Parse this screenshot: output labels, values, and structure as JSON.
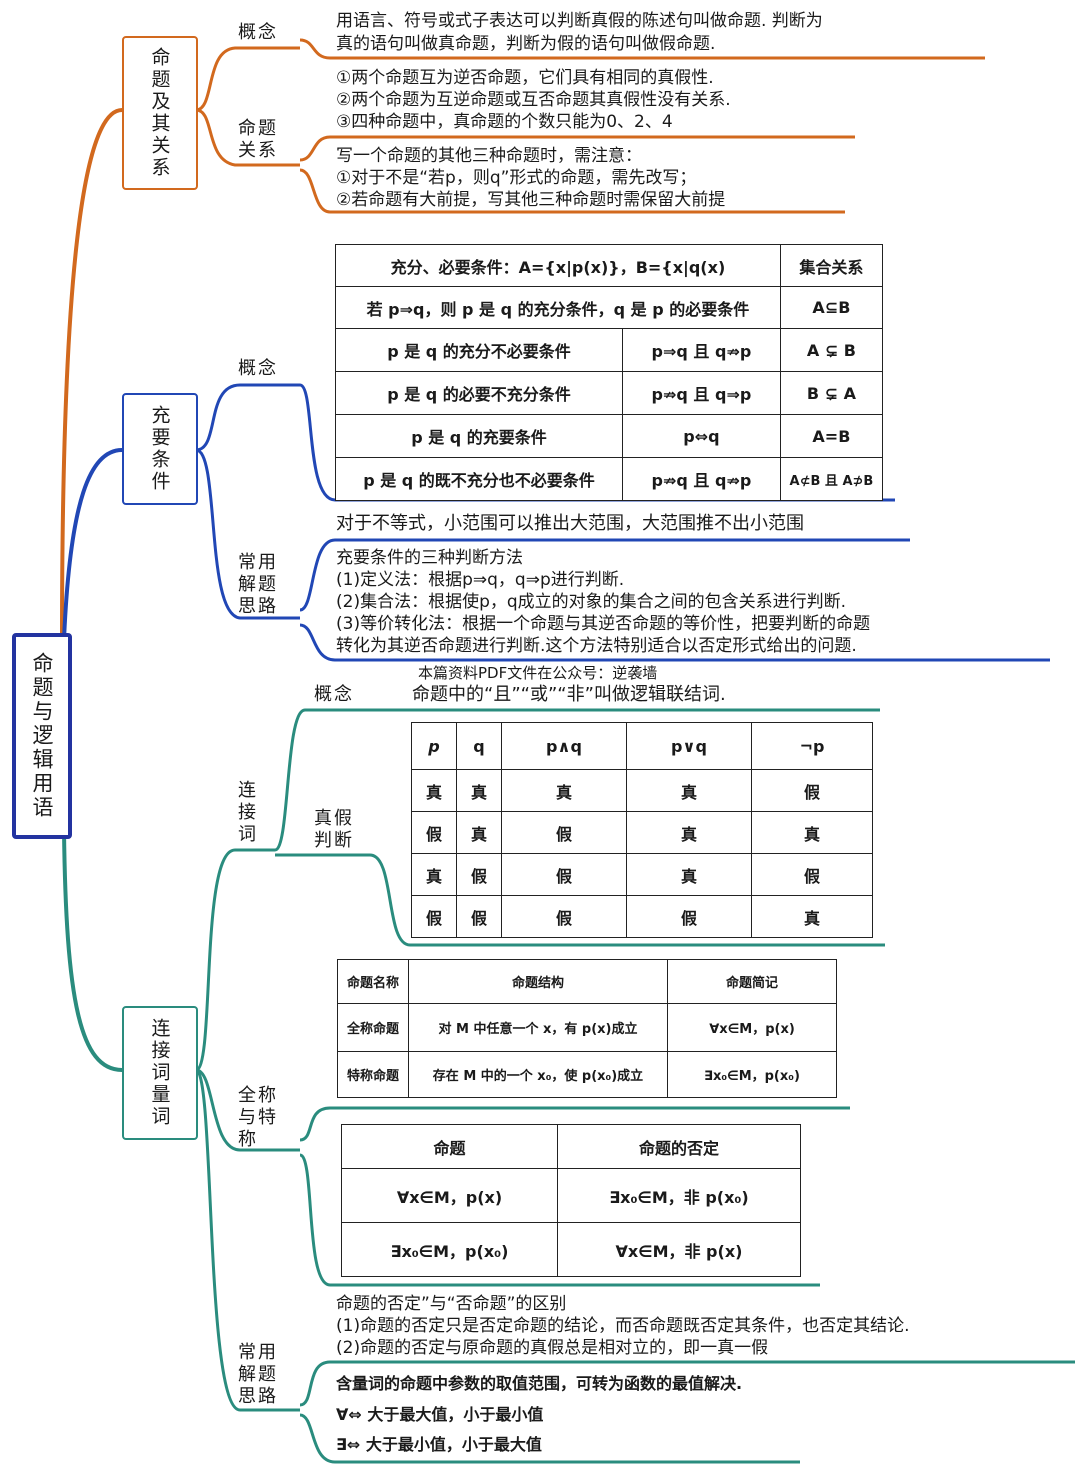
{
  "colors": {
    "orange": "#d2691e",
    "blue": "#2147b5",
    "green": "#2a8c7e",
    "root": "#2333a0"
  },
  "root": {
    "label": "命题与逻辑用语"
  },
  "watermark": "本篇资料PDF文件在公众号：逆袭墙",
  "sec1": {
    "title": "命题及其关系",
    "concept_label": "概念",
    "concept_text": [
      "用语言、符号或式子表达可以判断真假的陈述句叫做命题. 判断为",
      "真的语句叫做真命题，判断为假的语句叫做假命题."
    ],
    "relation_label": "命题关系",
    "relation_text1": [
      "①两个命题互为逆否命题，它们具有相同的真假性.",
      "②两个命题为互逆命题或互否命题其真假性没有关系.",
      "③四种命题中，真命题的个数只能为0、2、4"
    ],
    "relation_text2": [
      "写一个命题的其他三种命题时，需注意：",
      "①对于不是“若p，则q”形式的命题，需先改写；",
      "②若命题有大前提，写其他三种命题时需保留大前提"
    ]
  },
  "sec2": {
    "title": "充要条件",
    "concept_label": "概念",
    "table": {
      "header": [
        "充分、必要条件：A={x|p(x)}，B={x|q(x)",
        "集合关系"
      ],
      "row1": [
        "若 p⇒q，则 p 是 q 的充分条件，q 是 p 的必要条件",
        "A⊆B"
      ],
      "rows": [
        [
          "p 是 q 的充分不必要条件",
          "p⇒q 且 q⇏p",
          "A ⊊ B"
        ],
        [
          "p 是 q 的必要不充分条件",
          "p⇏q 且 q⇒p",
          "B ⊊ A"
        ],
        [
          "p 是 q 的充要条件",
          "p⇔q",
          "A=B"
        ],
        [
          "p 是 q 的既不充分也不必要条件",
          "p⇏q 且 q⇏p",
          "A⊄B 且 A⊅B"
        ]
      ]
    },
    "ineq_text": "对于不等式，小范围可以推出大范围，大范围推不出小范围",
    "method_label": "常用解题思路",
    "method_text": [
      "充要条件的三种判断方法",
      "(1)定义法：根据p⇒q，q⇒p进行判断.",
      "(2)集合法：根据使p，q成立的对象的集合之间的包含关系进行判断.",
      "(3)等价转化法：根据一个命题与其逆否命题的等价性，把要判断的命题",
      "转化为其逆否命题进行判断.这个方法特别适合以否定形式给出的问题."
    ]
  },
  "sec3": {
    "title": "连接词量词",
    "conn_label": "连接词",
    "concept_label": "概念",
    "concept_text": "命题中的“且”“或”“非”叫做逻辑联结词.",
    "truth_label": "真假判断",
    "truth_table": {
      "header": [
        "p",
        "q",
        "p∧q",
        "p∨q",
        "¬p"
      ],
      "rows": [
        [
          "真",
          "真",
          "真",
          "真",
          "假"
        ],
        [
          "假",
          "真",
          "假",
          "真",
          "真"
        ],
        [
          "真",
          "假",
          "假",
          "真",
          "假"
        ],
        [
          "假",
          "假",
          "假",
          "假",
          "真"
        ]
      ]
    },
    "quant_label": "全称与特称",
    "quant_table": {
      "header": [
        "命题名称",
        "命题结构",
        "命题简记"
      ],
      "rows": [
        [
          "全称命题",
          "对 M 中任意一个 x，有 p(x)成立",
          "∀x∈M，p(x)"
        ],
        [
          "特称命题",
          "存在 M 中的一个 x₀，使 p(x₀)成立",
          "∃x₀∈M，p(x₀)"
        ]
      ]
    },
    "neg_table": {
      "header": [
        "命题",
        "命题的否定"
      ],
      "rows": [
        [
          "∀x∈M，p(x)",
          "∃x₀∈M，非 p(x₀)"
        ],
        [
          "∃x₀∈M，p(x₀)",
          "∀x∈M，非 p(x)"
        ]
      ]
    },
    "method_label": "常用解题思路",
    "method_text1": [
      "命题的否定”与“否命题”的区别",
      "(1)命题的否定只是否定命题的结论，而否命题既否定其条件，也否定其结论.",
      "(2)命题的否定与原命题的真假总是相对立的，即一真一假"
    ],
    "method_text2": [
      "含量词的命题中参数的取值范围，可转为函数的最值解决.",
      "∀⇔ 大于最大值，小于最小值",
      "∃⇔ 大于最小值，小于最大值"
    ]
  }
}
